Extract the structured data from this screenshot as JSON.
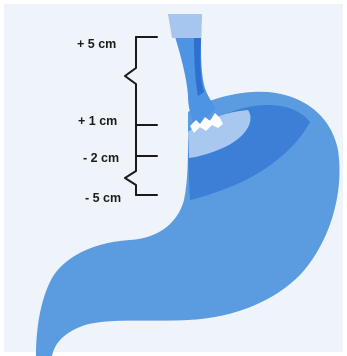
{
  "figure": {
    "labels": {
      "plus_5": "+ 5 cm",
      "plus_1": "+ 1 cm",
      "minus_2": "- 2 cm",
      "minus_5": "- 5 cm"
    },
    "colors": {
      "background": "#eff3fa",
      "stomach": "#5b9be0",
      "stomach_dark": "#3b7fd6",
      "esophagus": "#4d94e5",
      "esophagus_dark": "#2f6fcf",
      "esophagus_light": "#a7c6ef",
      "mucosal_light": "#a9c8f0",
      "ruler": "#1a1a1a"
    }
  }
}
